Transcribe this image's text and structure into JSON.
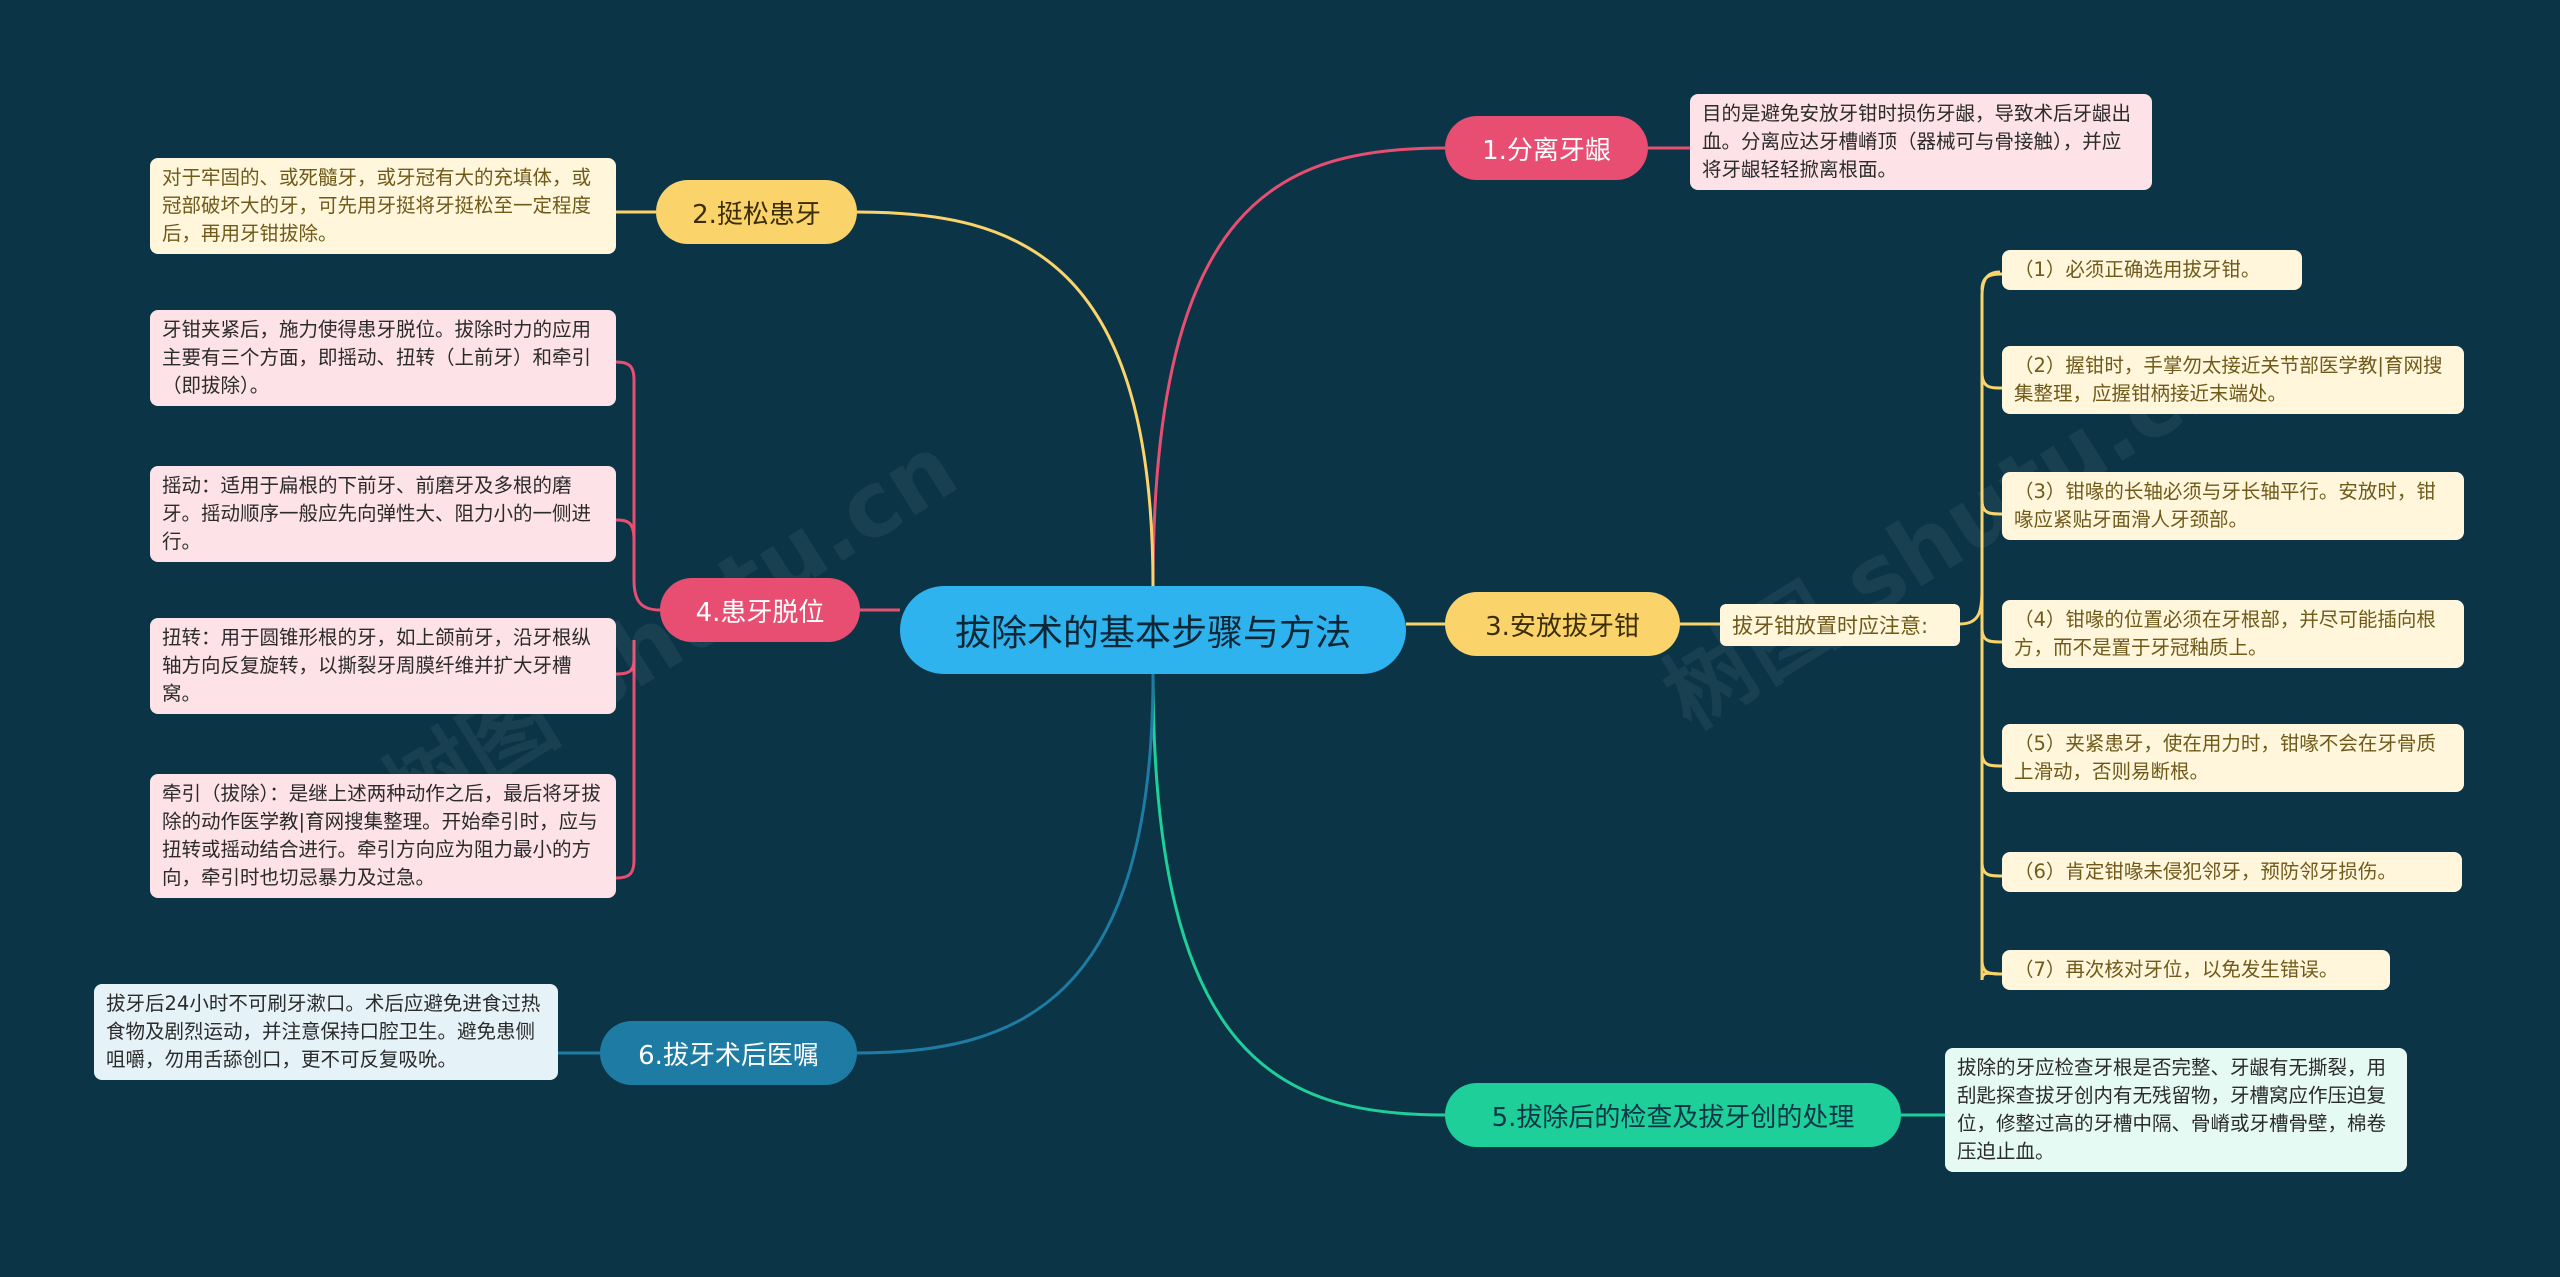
{
  "center": "拔除术的基本步骤与方法",
  "branches": {
    "b1": {
      "label": "1.分离牙龈",
      "note": "目的是避免安放牙钳时损伤牙龈，导致术后牙龈出血。分离应达牙槽嵴顶（器械可与骨接触），并应将牙龈轻轻掀离根面。"
    },
    "b2": {
      "label": "2.挺松患牙",
      "note": "对于牢固的、或死髓牙，或牙冠有大的充填体，或冠部破坏大的牙，可先用牙挺将牙挺松至一定程度后，再用牙钳拔除。"
    },
    "b3": {
      "label": "3.安放拔牙钳",
      "sub": "拔牙钳放置时应注意:",
      "items": [
        "（1）必须正确选用拔牙钳。",
        "（2）握钳时，手掌勿太接近关节部医学教|育网搜集整理，应握钳柄接近末端处。",
        "（3）钳喙的长轴必须与牙长轴平行。安放时，钳喙应紧贴牙面滑人牙颈部。",
        "（4）钳喙的位置必须在牙根部，并尽可能插向根方，而不是置于牙冠釉质上。",
        "（5）夹紧患牙，使在用力时，钳喙不会在牙骨质上滑动，否则易断根。",
        "（6）肯定钳喙未侵犯邻牙，预防邻牙损伤。",
        "（7）再次核对牙位，以免发生错误。"
      ]
    },
    "b4": {
      "label": "4.患牙脱位",
      "items": [
        "牙钳夹紧后，施力使得患牙脱位。拔除时力的应用主要有三个方面，即摇动、扭转（上前牙）和牵引（即拔除）。",
        "摇动：适用于扁根的下前牙、前磨牙及多根的磨牙。摇动顺序一般应先向弹性大、阻力小的一侧进行。",
        "扭转：用于圆锥形根的牙，如上颌前牙，沿牙根纵轴方向反复旋转，以撕裂牙周膜纤维并扩大牙槽窝。",
        "牵引（拔除）：是继上述两种动作之后，最后将牙拔除的动作医学教|育网搜集整理。开始牵引时，应与扭转或摇动结合进行。牵引方向应为阻力最小的方向，牵引时也切忌暴力及过急。"
      ]
    },
    "b5": {
      "label": "5.拔除后的检查及拔牙创的处理",
      "note": "拔除的牙应检查牙根是否完整、牙龈有无撕裂，用刮匙探查拔牙创内有无残留物，牙槽窝应作压迫复位，修整过高的牙槽中隔、骨嵴或牙槽骨壁，棉卷压迫止血。"
    },
    "b6": {
      "label": "6.拔牙术后医嘱",
      "note": "拔牙后24小时不可刷牙漱口。术后应避免进食过热食物及剧烈运动，并注意保持口腔卫生。避免患侧咀嚼，勿用舌舔创口，更不可反复吸吮。"
    }
  },
  "colors": {
    "background": "#0b3546",
    "center": "#2fb3ee",
    "red": "#e84e72",
    "yellow": "#fbd36b",
    "blue": "#1e7ba3",
    "green": "#1fcf9a"
  }
}
